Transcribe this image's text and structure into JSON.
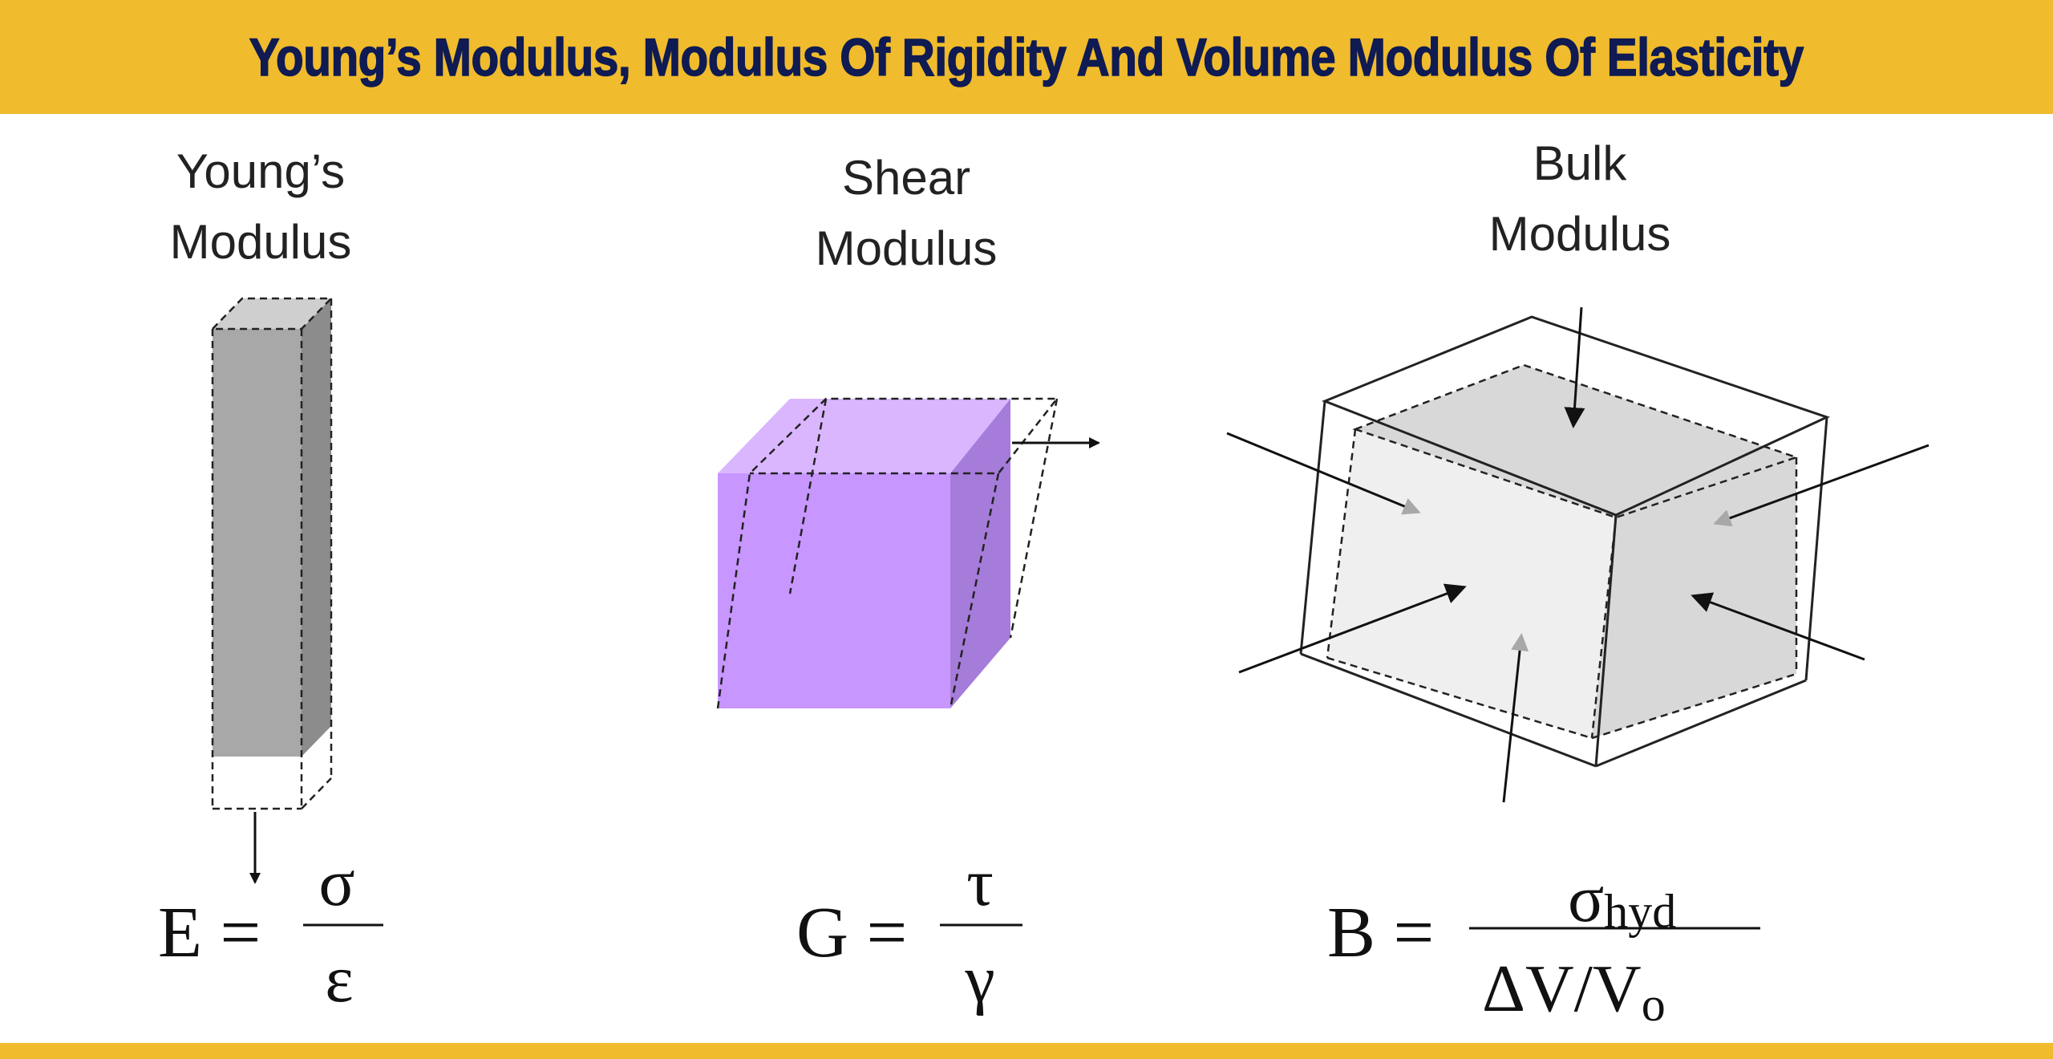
{
  "colors": {
    "banner": "#f0bb2c",
    "title_text": "#0f1b52",
    "bar_front": "#a8a8a8",
    "bar_side": "#8c8c8c",
    "cube_front": "#c796ff",
    "cube_top": "#dab6ff",
    "cube_side": "#a57cd9",
    "bulk_face": "#e6e6e6"
  },
  "header": {
    "title": "Young’s Modulus, Modulus Of Rigidity And Volume Modulus Of Elasticity"
  },
  "panels": {
    "young": {
      "label_line1": "Young’s",
      "label_line2": "Modulus",
      "formula": {
        "lhs": "E =",
        "numerator": "σ",
        "denominator": "ε"
      }
    },
    "shear": {
      "label_line1": "Shear",
      "label_line2": "Modulus",
      "formula": {
        "lhs": "G =",
        "numerator": "τ",
        "denominator": "γ"
      }
    },
    "bulk": {
      "label_line1": "Bulk",
      "label_line2": "Modulus",
      "formula": {
        "lhs": "B =",
        "numerator": "σ",
        "numerator_sub": "hyd",
        "denominator": "ΔV/V",
        "denominator_sub": "o"
      }
    }
  }
}
